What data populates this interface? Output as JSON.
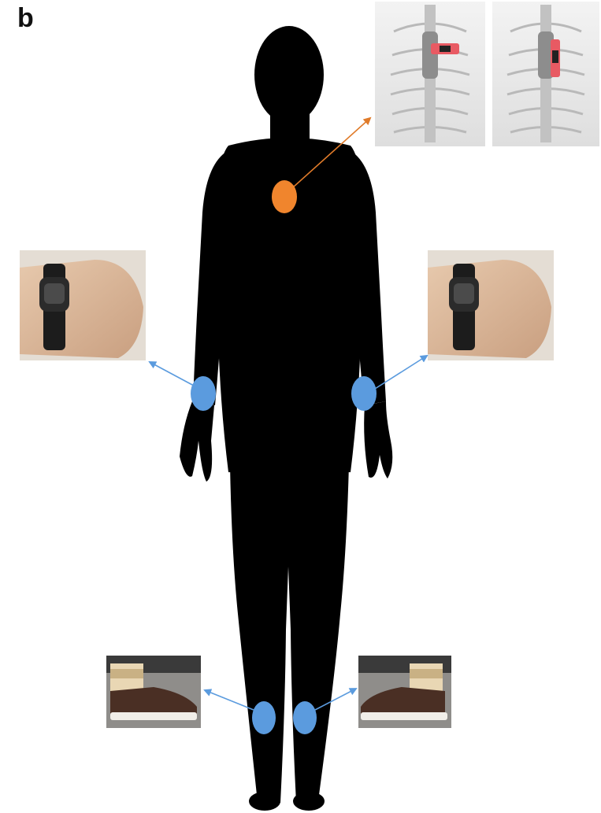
{
  "panel_label": "b",
  "colors": {
    "silhouette": "#000000",
    "chest_marker": "#f0852d",
    "limb_marker": "#5b9bde",
    "chest_arrow": "#e07b2a",
    "limb_arrow": "#5b9bde"
  },
  "sensor_sites": [
    {
      "name": "chest",
      "photo": "chest-sensor-placement-xray"
    },
    {
      "name": "right-wrist",
      "photo": "wrist-watch-photo"
    },
    {
      "name": "left-wrist",
      "photo": "wrist-watch-photo"
    },
    {
      "name": "right-ankle",
      "photo": "ankle-band-shoe-photo"
    },
    {
      "name": "left-ankle",
      "photo": "ankle-band-shoe-photo"
    }
  ]
}
